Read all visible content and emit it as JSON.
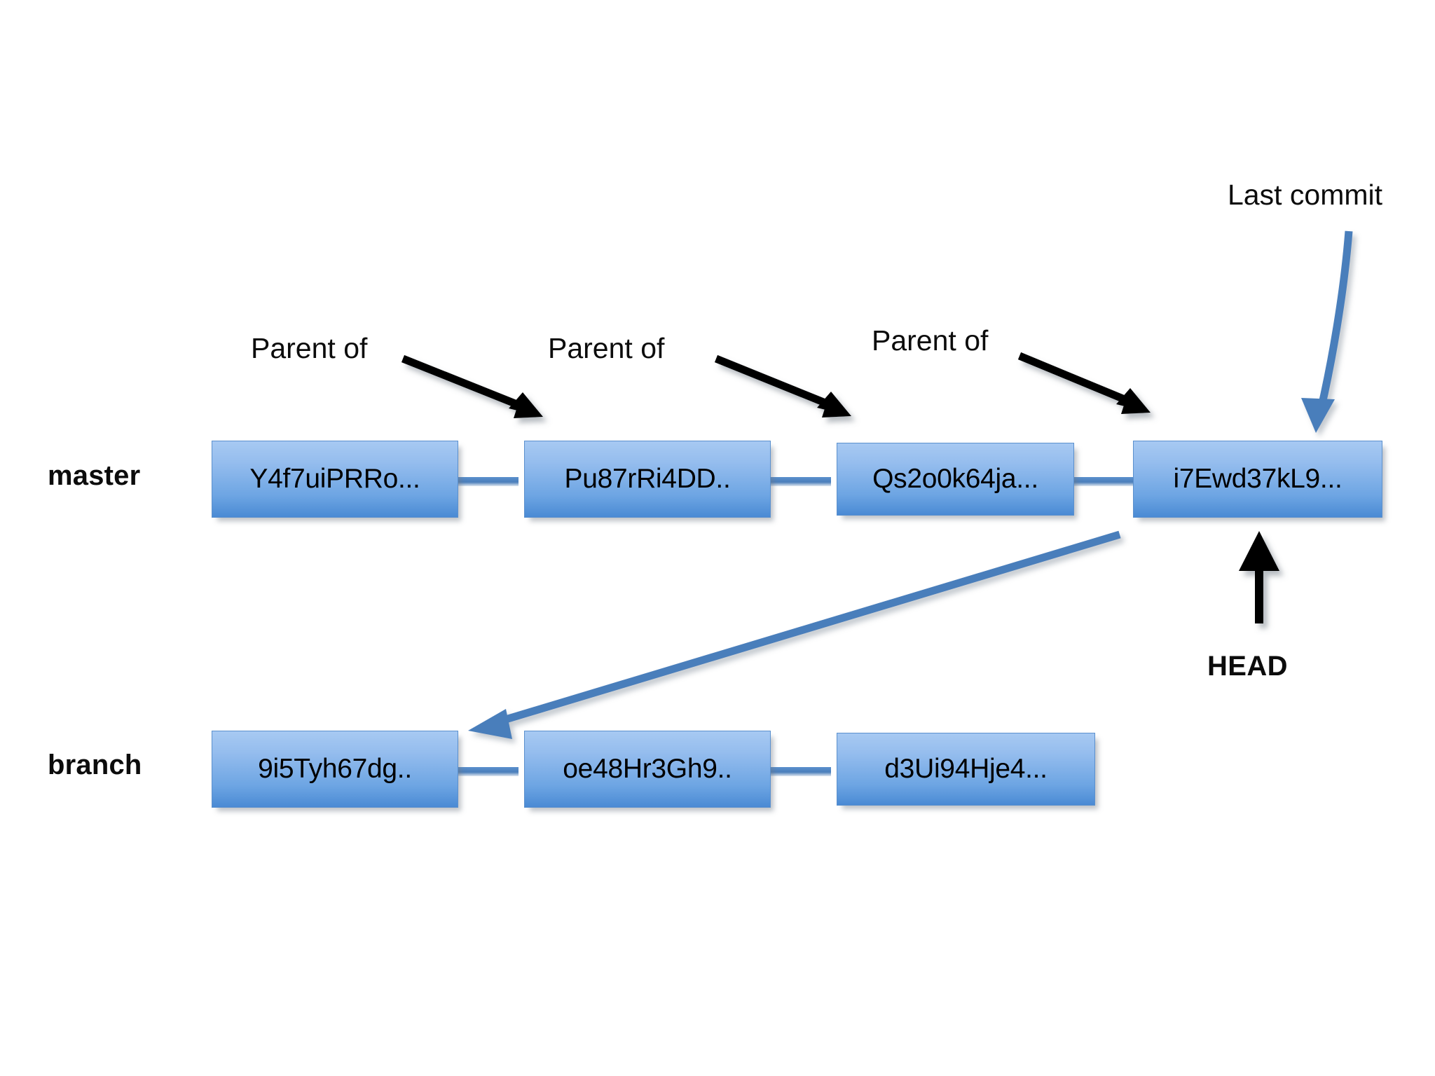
{
  "diagram": {
    "title": "Git commit history with master and branch",
    "background_color": "#ffffff",
    "node_fill_top": "#a7c9f2",
    "node_fill_bottom": "#4a8ad4",
    "node_border_color": "#5b90cd",
    "connector_color": "#4a7ebb",
    "black_arrow_color": "#000000",
    "blue_arrow_color": "#4a7ebb"
  },
  "rows": [
    {
      "label": "master",
      "commits": [
        {
          "hash": "Y4f7uiPRRo..."
        },
        {
          "hash": "Pu87rRi4DD.."
        },
        {
          "hash": "Qs2o0k64ja..."
        },
        {
          "hash": "i7Ewd37kL9..."
        }
      ]
    },
    {
      "label": "branch",
      "commits": [
        {
          "hash": "9i5Tyh67dg.."
        },
        {
          "hash": "oe48Hr3Gh9.."
        },
        {
          "hash": "d3Ui94Hje4..."
        }
      ]
    }
  ],
  "annotations": [
    {
      "text": "Parent of"
    },
    {
      "text": "Parent of"
    },
    {
      "text": "Parent of"
    },
    {
      "text": "Last commit"
    },
    {
      "text": "HEAD"
    }
  ]
}
